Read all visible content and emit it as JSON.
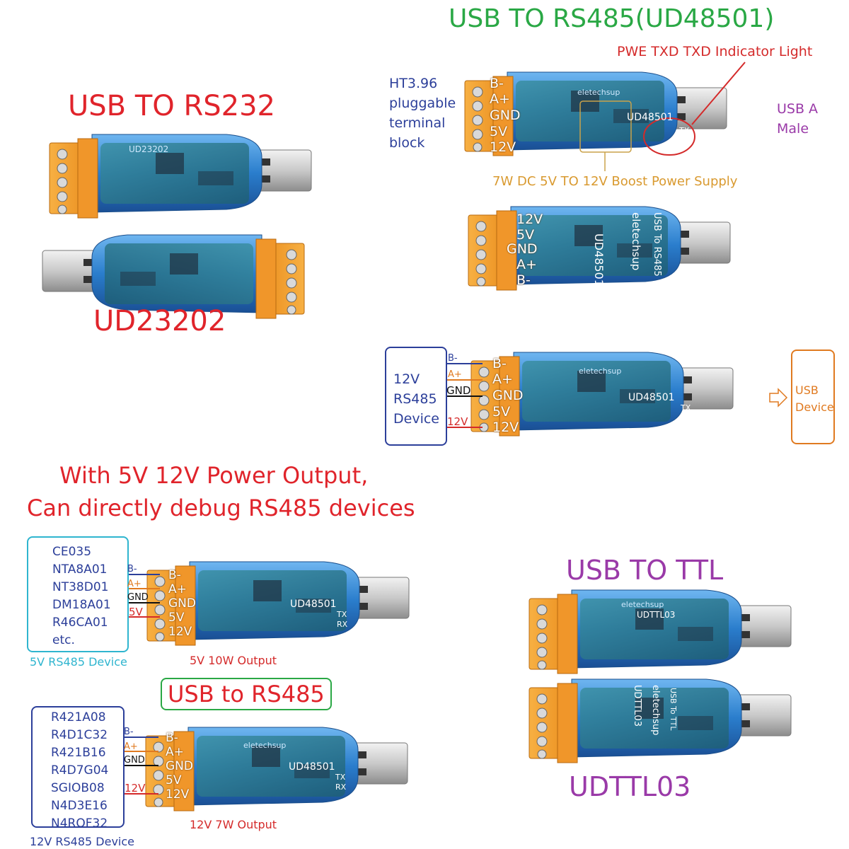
{
  "titles": {
    "rs485_model": "USB TO RS485(UD48501)",
    "rs232": "USB TO RS232",
    "rs232_model": "UD23202",
    "power_line1": "With 5V 12V Power Output,",
    "power_line2": "Can directly debug RS485 devices",
    "ttl": "USB TO TTL",
    "ttl_model": "UDTTL03",
    "rs485_box": "USB to RS485"
  },
  "annotations": {
    "indicator": "PWE TXD TXD Indicator Light",
    "terminal_block": [
      "HT3.96",
      "pluggable",
      "terminal",
      "block"
    ],
    "usb_a": [
      "USB A",
      "Male"
    ],
    "boost": "7W DC 5V TO 12V Boost Power Supply",
    "out_5v": "5V 10W Output",
    "out_12v": "12V 7W Output"
  },
  "terminals": [
    "B-",
    "A+",
    "GND",
    "5V",
    "12V"
  ],
  "terminals_rev": [
    "12V",
    "5V",
    "GND",
    "A+",
    "B-"
  ],
  "wire_labels": {
    "bminus": "B-",
    "aplus": "A+",
    "gnd": "GND",
    "v5": "5V",
    "v12": "12V"
  },
  "device_12v": [
    "12V",
    "RS485",
    "Device"
  ],
  "usb_device": [
    "USB",
    "Device"
  ],
  "device_list_5v": {
    "items": [
      "CE035",
      "NTA8A01",
      "NT38D01",
      "DM18A01",
      "R46CA01",
      "etc."
    ],
    "caption": "5V RS485 Device"
  },
  "device_list_12v": {
    "items": [
      "R421A08",
      "R4D1C32",
      "R421B16",
      "R4D7G04",
      "SGIOB08",
      "N4D3E16",
      "N4ROF32"
    ],
    "caption": "12V RS485 Device"
  },
  "board_text": {
    "brand": "eletechsup",
    "ud48501": "UD48501",
    "ud23202": "UD23202",
    "udttl03": "UDTTL03",
    "usb_to_ttl": "USB To TTL",
    "usb_to_rs485": "USB To RS485",
    "tx": "TX",
    "rx": "RX"
  },
  "colors": {
    "red": "#e0242b",
    "green": "#2aa845",
    "purple": "#9a3aa8",
    "navy": "#2c3f9a",
    "orange": "#e07a20",
    "cyan": "#2fb5cf",
    "case_blue": "#2677c9",
    "terminal_orange": "#f5a12a"
  }
}
